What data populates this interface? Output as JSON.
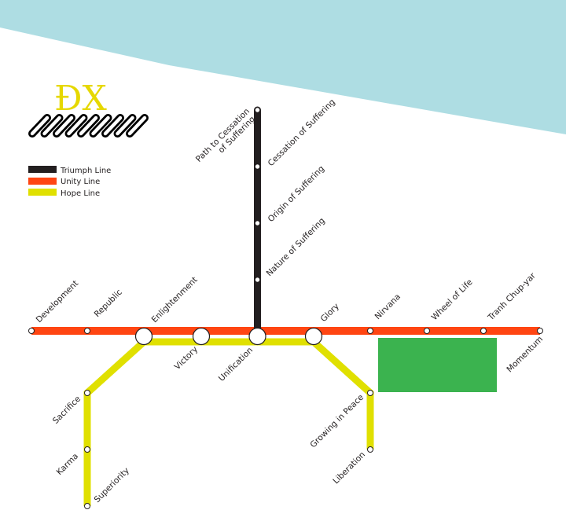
{
  "title": "Metro map",
  "logo": {
    "text": "ĐX",
    "text_color": "#e6d800"
  },
  "colors": {
    "background_band": "#aedde3",
    "triumph": "#231f20",
    "unity": "#ff4512",
    "hope": "#e0e000",
    "block": "#3bb34f"
  },
  "legend": [
    {
      "label": "Triumph Line",
      "line": "triumph"
    },
    {
      "label": "Unity Line",
      "line": "unity"
    },
    {
      "label": "Hope Line",
      "line": "hope"
    }
  ],
  "lines": {
    "triumph": {
      "name": "Triumph Line",
      "stations": [
        "Path to Cessation of Suffering",
        "Cessation of Suffering",
        "Origin of Suffering",
        "Nature of Suffering"
      ]
    },
    "unity": {
      "name": "Unity Line",
      "stations": [
        "Development",
        "Republic",
        "Enlightenment",
        "Unification",
        "Glory",
        "Nirvana",
        "Wheel of Life",
        "Tranh Chup-yar",
        "Momentum"
      ]
    },
    "hope": {
      "name": "Hope Line",
      "stations": [
        "Superiority",
        "Karma",
        "Sacrifice",
        "Enlightenment",
        "Victory",
        "Unification",
        "Glory",
        "Growing in Peace",
        "Liberation"
      ]
    }
  },
  "station_labels": {
    "path_to_cessation_1": "Path to Cessation",
    "path_to_cessation_2": "of Suffering",
    "cessation": "Cessation of Suffering",
    "origin": "Origin of Suffering",
    "nature": "Nature of Suffering",
    "development": "Development",
    "republic": "Republic",
    "enlightenment": "Enlightenment",
    "victory": "Victory",
    "unification": "Unification",
    "glory": "Glory",
    "nirvana": "Nirvana",
    "wheel_of_life": "Wheel of Life",
    "tranh_chup_yar": "Tranh Chup-yar",
    "momentum": "Momentum",
    "sacrifice": "Sacrifice",
    "karma": "Karma",
    "superiority": "Superiority",
    "growing_in_peace": "Growing in Peace",
    "liberation": "Liberation"
  }
}
